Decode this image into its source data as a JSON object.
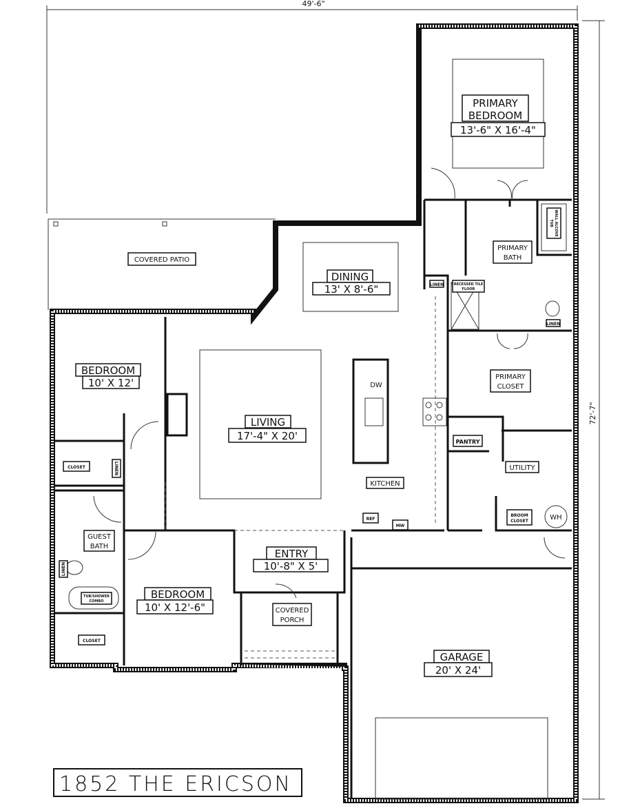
{
  "dimensions": {
    "width": "49'-6\"",
    "depth": "72'-7\""
  },
  "title": "1852 THE ERICSON",
  "rooms": {
    "primary_bedroom": {
      "name": "PRIMARY BEDROOM",
      "line1": "PRIMARY",
      "line2": "BEDROOM",
      "size": "13'-6\" X 16'-4\""
    },
    "dining": {
      "name": "DINING",
      "size": "13' X 8'-6\""
    },
    "living": {
      "name": "LIVING",
      "size": "17'-4\" X 20'"
    },
    "bedroom_1": {
      "name": "BEDROOM",
      "size": "10' X 12'"
    },
    "bedroom_2": {
      "name": "BEDROOM",
      "size": "10' X 12'-6\""
    },
    "entry": {
      "name": "ENTRY",
      "size": "10'-8\" X 5'"
    },
    "garage": {
      "name": "GARAGE",
      "size": "20' X 24'"
    },
    "covered_patio": "COVERED PATIO",
    "covered_porch": {
      "line1": "COVERED",
      "line2": "PORCH"
    },
    "kitchen": "KITCHEN",
    "primary_bath": {
      "line1": "PRIMARY",
      "line2": "BATH"
    },
    "primary_closet": {
      "line1": "PRIMARY",
      "line2": "CLOSET"
    },
    "guest_bath": {
      "line1": "GUEST",
      "line2": "BATH"
    },
    "pantry": "PANTRY",
    "utility": "UTILITY",
    "broom_closet": {
      "line1": "BROOM",
      "line2": "CLOSET"
    },
    "closet_1": "CLOSET",
    "closet_2": "CLOSET"
  },
  "fixtures": {
    "linen": "LINEN",
    "recessed_tile": {
      "line1": "RECESSED TILE",
      "line2": "FLOOR"
    },
    "alcove_tub": {
      "line1": "WALL ALCOVE",
      "line2": "TUB"
    },
    "tub_shower": {
      "line1": "TUB/SHOWER",
      "line2": "COMBO"
    },
    "dw": "DW",
    "ref": "REF",
    "mw": "MW",
    "wh": "WH"
  }
}
